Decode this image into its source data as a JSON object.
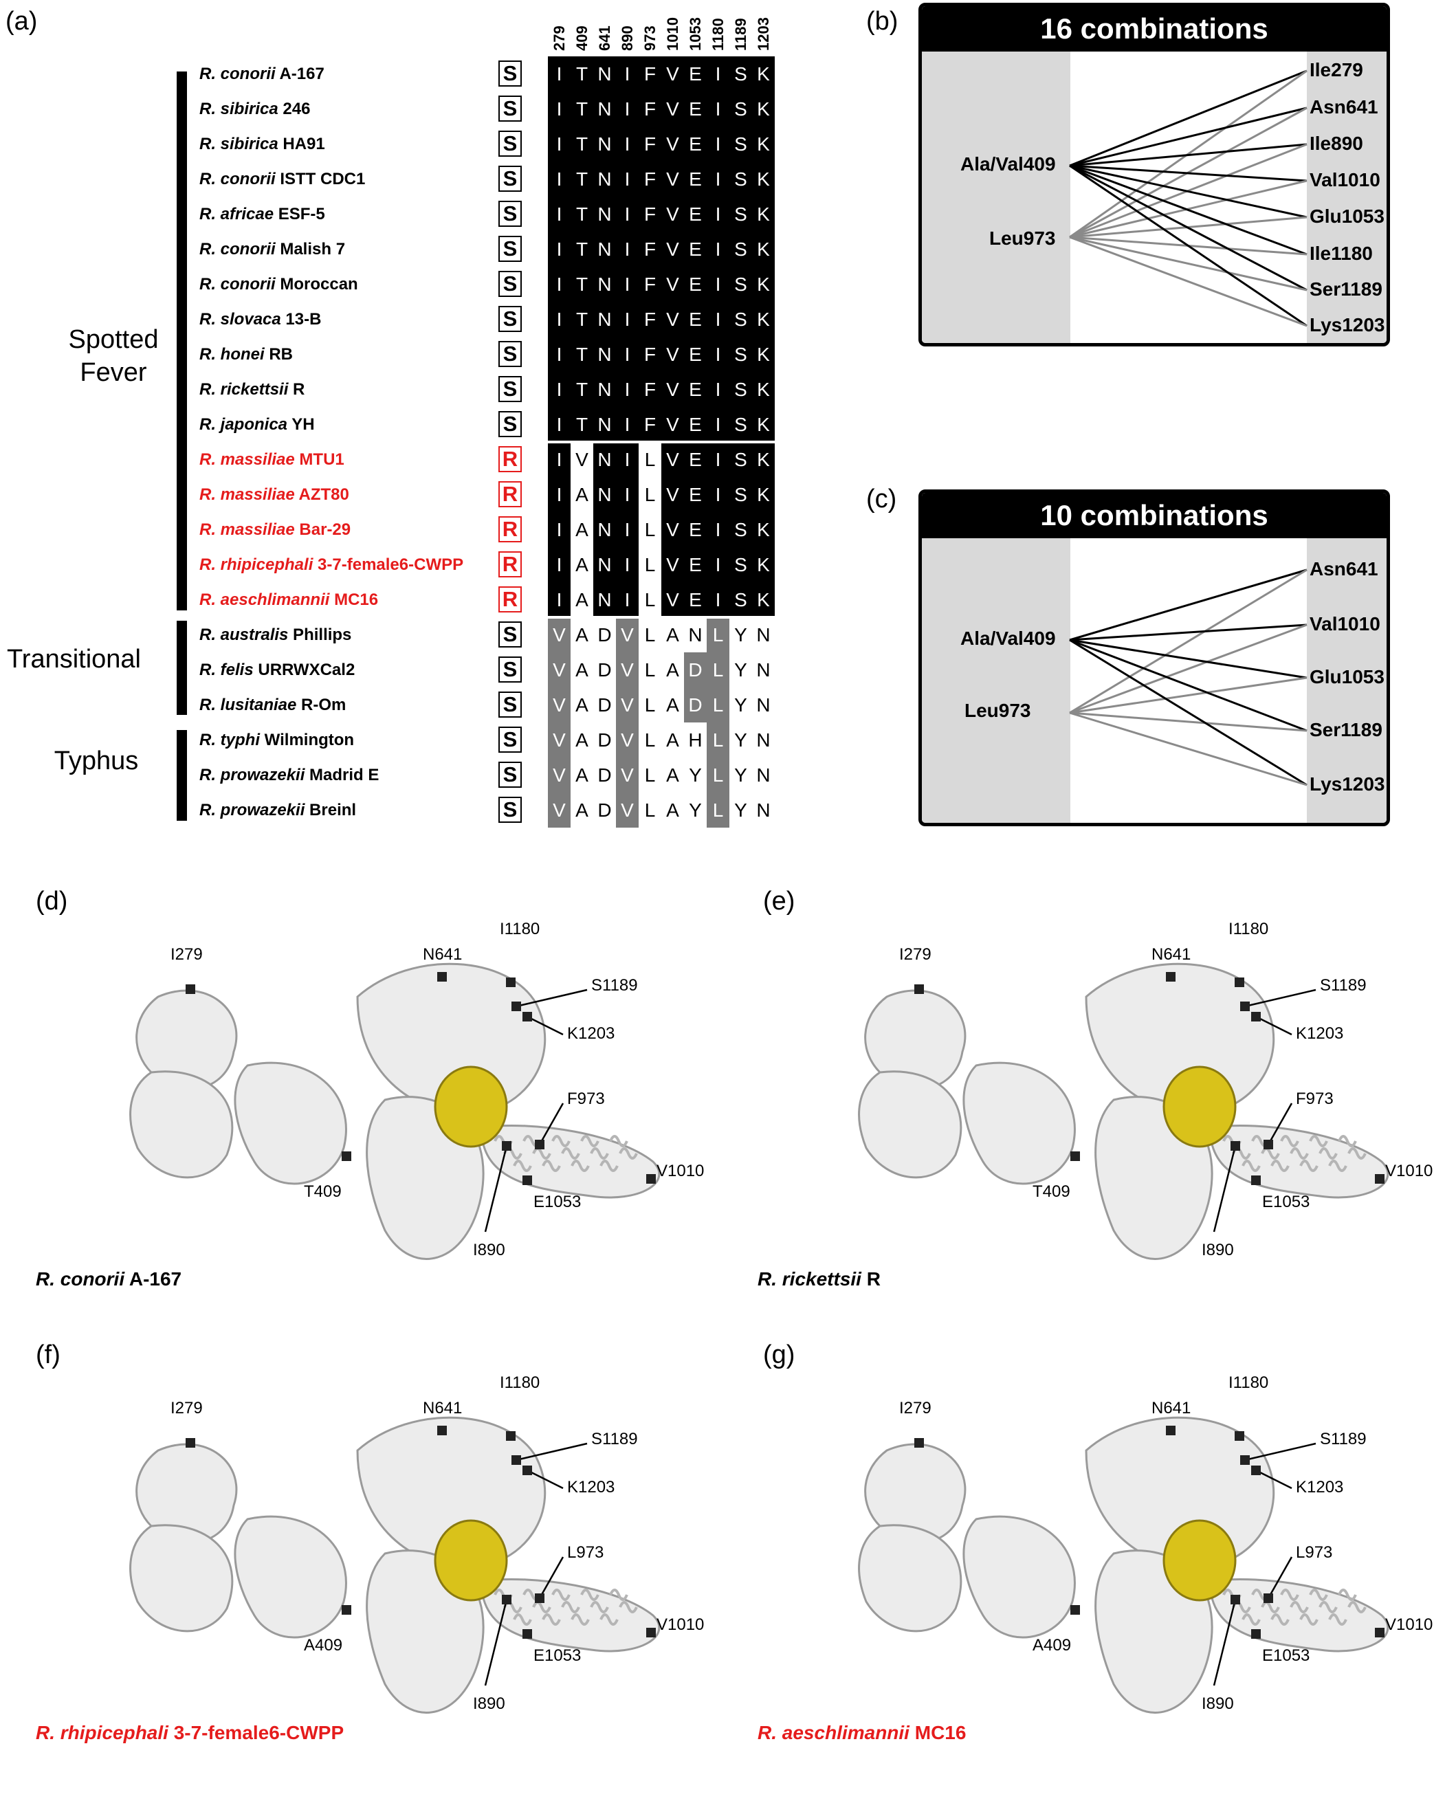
{
  "panels": {
    "a": "(a)",
    "b": "(b)",
    "c": "(c)",
    "d": "(d)",
    "e": "(e)",
    "f": "(f)",
    "g": "(g)"
  },
  "groups": {
    "spotted": "Spotted Fever",
    "transitional": "Transitional",
    "typhus": "Typhus"
  },
  "positions": [
    "279",
    "409",
    "641",
    "890",
    "973",
    "1010",
    "1053",
    "1180",
    "1189",
    "1203"
  ],
  "strains": [
    {
      "genus": "R. conorii",
      "strain": "A-167",
      "sr": "S",
      "resistant": false,
      "aa": [
        "I",
        "T",
        "N",
        "I",
        "F",
        "V",
        "E",
        "I",
        "S",
        "K"
      ],
      "shade": "kkkkkkkkkk"
    },
    {
      "genus": "R. sibirica",
      "strain": "246",
      "sr": "S",
      "resistant": false,
      "aa": [
        "I",
        "T",
        "N",
        "I",
        "F",
        "V",
        "E",
        "I",
        "S",
        "K"
      ],
      "shade": "kkkkkkkkkk"
    },
    {
      "genus": "R. sibirica",
      "strain": "HA91",
      "sr": "S",
      "resistant": false,
      "aa": [
        "I",
        "T",
        "N",
        "I",
        "F",
        "V",
        "E",
        "I",
        "S",
        "K"
      ],
      "shade": "kkkkkkkkkk"
    },
    {
      "genus": "R. conorii",
      "strain": "ISTT CDC1",
      "sr": "S",
      "resistant": false,
      "aa": [
        "I",
        "T",
        "N",
        "I",
        "F",
        "V",
        "E",
        "I",
        "S",
        "K"
      ],
      "shade": "kkkkkkkkkk"
    },
    {
      "genus": "R. africae",
      "strain": "ESF-5",
      "sr": "S",
      "resistant": false,
      "aa": [
        "I",
        "T",
        "N",
        "I",
        "F",
        "V",
        "E",
        "I",
        "S",
        "K"
      ],
      "shade": "kkkkkkkkkk"
    },
    {
      "genus": "R. conorii",
      "strain": "Malish 7",
      "sr": "S",
      "resistant": false,
      "aa": [
        "I",
        "T",
        "N",
        "I",
        "F",
        "V",
        "E",
        "I",
        "S",
        "K"
      ],
      "shade": "kkkkkkkkkk"
    },
    {
      "genus": "R. conorii",
      "strain": "Moroccan",
      "sr": "S",
      "resistant": false,
      "aa": [
        "I",
        "T",
        "N",
        "I",
        "F",
        "V",
        "E",
        "I",
        "S",
        "K"
      ],
      "shade": "kkkkkkkkkk"
    },
    {
      "genus": "R. slovaca",
      "strain": "13-B",
      "sr": "S",
      "resistant": false,
      "aa": [
        "I",
        "T",
        "N",
        "I",
        "F",
        "V",
        "E",
        "I",
        "S",
        "K"
      ],
      "shade": "kkkkkkkkkk"
    },
    {
      "genus": "R. honei",
      "strain": "RB",
      "sr": "S",
      "resistant": false,
      "aa": [
        "I",
        "T",
        "N",
        "I",
        "F",
        "V",
        "E",
        "I",
        "S",
        "K"
      ],
      "shade": "kkkkkkkkkk"
    },
    {
      "genus": "R. rickettsii",
      "strain": "R",
      "sr": "S",
      "resistant": false,
      "aa": [
        "I",
        "T",
        "N",
        "I",
        "F",
        "V",
        "E",
        "I",
        "S",
        "K"
      ],
      "shade": "kkkkkkkkkk"
    },
    {
      "genus": "R. japonica",
      "strain": "YH",
      "sr": "S",
      "resistant": false,
      "aa": [
        "I",
        "T",
        "N",
        "I",
        "F",
        "V",
        "E",
        "I",
        "S",
        "K"
      ],
      "shade": "kkkkkkkkkk"
    },
    {
      "genus": "R. massiliae",
      "strain": "MTU1",
      "sr": "R",
      "resistant": true,
      "aa": [
        "I",
        "V",
        "N",
        "I",
        "L",
        "V",
        "E",
        "I",
        "S",
        "K"
      ],
      "shade": "kwkkwkkkkk"
    },
    {
      "genus": "R. massiliae",
      "strain": "AZT80",
      "sr": "R",
      "resistant": true,
      "aa": [
        "I",
        "A",
        "N",
        "I",
        "L",
        "V",
        "E",
        "I",
        "S",
        "K"
      ],
      "shade": "kwkkwkkkkk"
    },
    {
      "genus": "R. massiliae",
      "strain": "Bar-29",
      "sr": "R",
      "resistant": true,
      "aa": [
        "I",
        "A",
        "N",
        "I",
        "L",
        "V",
        "E",
        "I",
        "S",
        "K"
      ],
      "shade": "kwkkwkkkkk"
    },
    {
      "genus": "R. rhipicephali",
      "strain": "3-7-female6-CWPP",
      "sr": "R",
      "resistant": true,
      "aa": [
        "I",
        "A",
        "N",
        "I",
        "L",
        "V",
        "E",
        "I",
        "S",
        "K"
      ],
      "shade": "kwkkwkkkkk"
    },
    {
      "genus": "R. aeschlimannii",
      "strain": "MC16",
      "sr": "R",
      "resistant": true,
      "aa": [
        "I",
        "A",
        "N",
        "I",
        "L",
        "V",
        "E",
        "I",
        "S",
        "K"
      ],
      "shade": "kwkkwkkkkk"
    },
    {
      "genus": "R. australis",
      "strain": "Phillips",
      "sr": "S",
      "resistant": false,
      "aa": [
        "V",
        "A",
        "D",
        "V",
        "L",
        "A",
        "N",
        "L",
        "Y",
        "N"
      ],
      "shade": "gwwgwwwgww"
    },
    {
      "genus": "R. felis",
      "strain": "URRWXCal2",
      "sr": "S",
      "resistant": false,
      "aa": [
        "V",
        "A",
        "D",
        "V",
        "L",
        "A",
        "D",
        "L",
        "Y",
        "N"
      ],
      "shade": "gwwgwwggww"
    },
    {
      "genus": "R. lusitaniae",
      "strain": "R-Om",
      "sr": "S",
      "resistant": false,
      "aa": [
        "V",
        "A",
        "D",
        "V",
        "L",
        "A",
        "D",
        "L",
        "Y",
        "N"
      ],
      "shade": "gwwgwwggww"
    },
    {
      "genus": "R. typhi",
      "strain": "Wilmington",
      "sr": "S",
      "resistant": false,
      "aa": [
        "V",
        "A",
        "D",
        "V",
        "L",
        "A",
        "H",
        "L",
        "Y",
        "N"
      ],
      "shade": "gwwgwwwgww"
    },
    {
      "genus": "R. prowazekii",
      "strain": "Madrid E",
      "sr": "S",
      "resistant": false,
      "aa": [
        "V",
        "A",
        "D",
        "V",
        "L",
        "A",
        "Y",
        "L",
        "Y",
        "N"
      ],
      "shade": "gwwgwwwgww"
    },
    {
      "genus": "R. prowazekii",
      "strain": "Breinl",
      "sr": "S",
      "resistant": false,
      "aa": [
        "V",
        "A",
        "D",
        "V",
        "L",
        "A",
        "Y",
        "L",
        "Y",
        "N"
      ],
      "shade": "gwwgwwwgww"
    }
  ],
  "combo16": {
    "title": "16 combinations",
    "left": [
      "Ala/Val409",
      "Leu973"
    ],
    "right": [
      "Ile279",
      "Asn641",
      "Ile890",
      "Val1010",
      "Glu1053",
      "Ile1180",
      "Ser1189",
      "Lys1203"
    ]
  },
  "combo10": {
    "title": "10 combinations",
    "left": [
      "Ala/Val409",
      "Leu973"
    ],
    "right": [
      "Asn641",
      "Val1010",
      "Glu1053",
      "Ser1189",
      "Lys1203"
    ]
  },
  "colors": {
    "resistant": "#e51c1c",
    "highlight": "#7b7b7b",
    "ligand": "#d9c21a"
  },
  "structures": [
    {
      "id": "d",
      "genus": "R. conorii",
      "strain": "A-167",
      "resistant": false,
      "sites": [
        "I279",
        "N641",
        "I1180",
        "S1189",
        "K1203",
        "F973",
        "T409",
        "V1010",
        "E1053",
        "I890"
      ]
    },
    {
      "id": "e",
      "genus": "R. rickettsii",
      "strain": "R",
      "resistant": false,
      "sites": [
        "I279",
        "N641",
        "I1180",
        "S1189",
        "K1203",
        "F973",
        "T409",
        "V1010",
        "E1053",
        "I890"
      ]
    },
    {
      "id": "f",
      "genus": "R. rhipicephali",
      "strain": "3-7-female6-CWPP",
      "resistant": true,
      "sites": [
        "I279",
        "N641",
        "I1180",
        "S1189",
        "K1203",
        "L973",
        "A409",
        "V1010",
        "E1053",
        "I890"
      ]
    },
    {
      "id": "g",
      "genus": "R. aeschlimannii",
      "strain": "MC16",
      "resistant": true,
      "sites": [
        "I279",
        "N641",
        "I1180",
        "S1189",
        "K1203",
        "L973",
        "A409",
        "V1010",
        "E1053",
        "I890"
      ]
    }
  ]
}
